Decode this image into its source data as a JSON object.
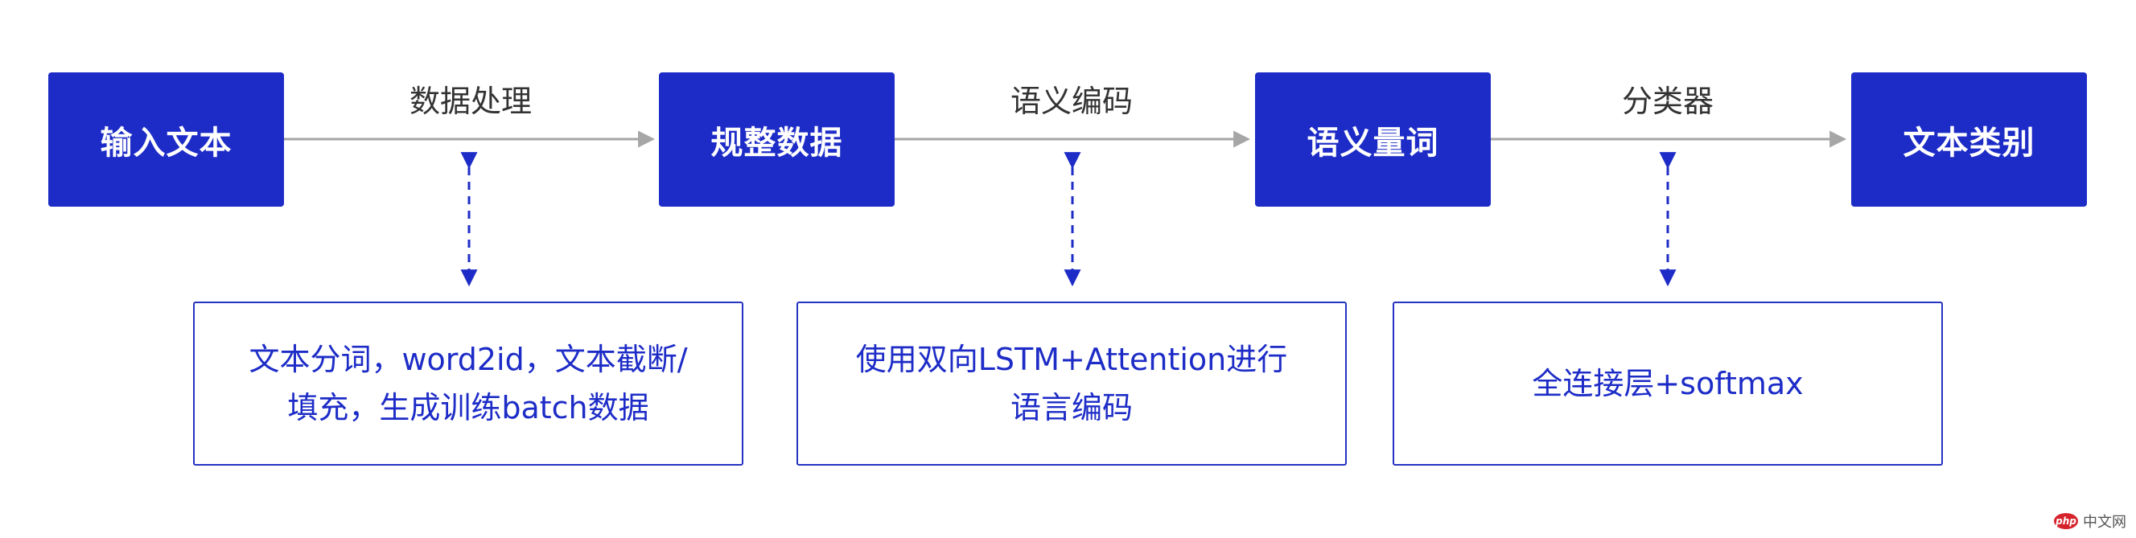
{
  "nodes": [
    {
      "label": "输入文本"
    },
    {
      "label": "规整数据"
    },
    {
      "label": "语义量词"
    },
    {
      "label": "文本类别"
    }
  ],
  "edges": [
    {
      "label": "数据处理"
    },
    {
      "label": "语义编码"
    },
    {
      "label": "分类器"
    }
  ],
  "details": [
    {
      "lines": [
        "文本分词，word2id，文本截断/",
        "填充，生成训练batch数据"
      ]
    },
    {
      "lines": [
        "使用双向LSTM+Attention进行",
        "语言编码"
      ]
    },
    {
      "lines": [
        "全连接层+softmax"
      ]
    }
  ],
  "colors": {
    "node_fill": "#1d2cc7",
    "node_text": "#ffffff",
    "arrow": "#a6a6a6",
    "dashed_link": "#1d2cc7",
    "detail_border": "#2433c2",
    "detail_text": "#1d2cc7",
    "edge_label_text": "#333333"
  },
  "watermark": {
    "logo_text": "php",
    "text": "中文网"
  }
}
